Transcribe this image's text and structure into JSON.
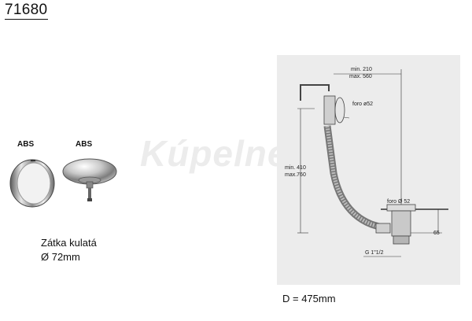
{
  "product_code": "71680",
  "products": [
    {
      "material": "ABS"
    },
    {
      "material": "ABS"
    }
  ],
  "watermark_text": "Kúpelne",
  "stopper": {
    "name": "Zátka kulatá",
    "diameter": "Ø 72mm"
  },
  "diagram": {
    "dim_top_min": "min. 210",
    "dim_top_max": "max. 560",
    "hole_top": "foro ø52",
    "dim_side_min": "min. 410",
    "dim_side_max": "max.760",
    "hole_bottom": "foro Ø 52",
    "height": "65",
    "thread": "G 1\"1/2"
  },
  "length": "D = 475mm"
}
